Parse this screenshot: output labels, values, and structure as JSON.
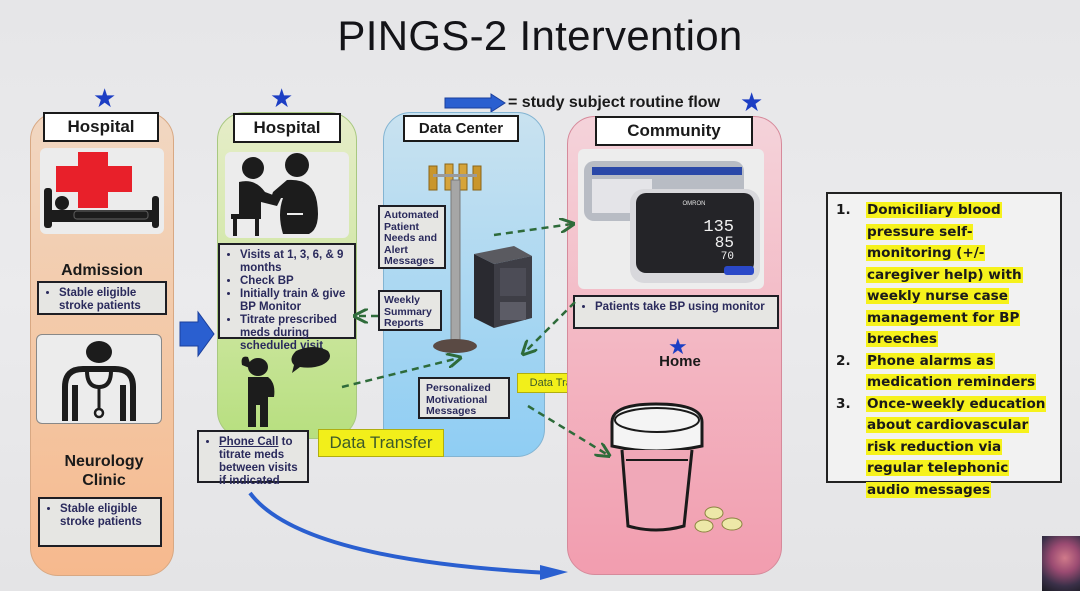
{
  "title": "PINGS-2 Intervention",
  "legend": {
    "text": "= study subject routine flow",
    "arrow_color": "#2a5fd0",
    "star_color": "#1c3ec4",
    "star_meaning": "study-subject-location"
  },
  "columns": {
    "hospital_intake": {
      "header": "Hospital",
      "admission": {
        "label": "Admission",
        "bullets": [
          "Stable eligible stroke patients"
        ]
      },
      "neurology": {
        "label": "Neurology Clinic",
        "bullets": [
          "Stable eligible stroke patients"
        ]
      },
      "icons": [
        "hospital-bed-red-cross-icon",
        "doctor-stethoscope-icon"
      ]
    },
    "hospital_visits": {
      "header": "Hospital",
      "bullets": [
        "Visits at 1, 3, 6, & 9 months",
        "Check BP",
        "Initially train & give BP Monitor",
        "Titrate prescribed meds during scheduled visit"
      ],
      "phone": {
        "link_text": "Phone Call",
        "rest_text": " to titrate meds between visits if indicated"
      },
      "icons": [
        "doctor-patient-exam-icon",
        "person-on-phone-icon"
      ]
    },
    "data_center": {
      "header": "Data Center",
      "boxes": {
        "automated": "Automated Patient Needs and Alert Messages",
        "weekly": "Weekly Summary Reports",
        "personalized": "Personalized Motivational Messages"
      },
      "icons": [
        "cell-tower-icon",
        "server-icon"
      ]
    },
    "community": {
      "header": "Community",
      "bp_note": "Patients take BP using monitor",
      "home_label": "Home",
      "bp_monitor": {
        "brand": "OMRON",
        "systolic": "135",
        "diastolic": "85",
        "pulse": "70"
      },
      "icons": [
        "bp-monitor-icon",
        "pill-bottle-icon"
      ]
    }
  },
  "data_transfer_labels": [
    "Data Transfer",
    "Data Transfer"
  ],
  "intervention_list": [
    {
      "num": "1.",
      "text": "Domiciliary blood pressure self-monitoring (+/-caregiver help) with weekly nurse case management for BP breeches"
    },
    {
      "num": "2.",
      "text": "Phone alarms as medication reminders"
    },
    {
      "num": "3.",
      "text": "Once-weekly education about cardiovascular risk reduction via regular telephonic audio messages"
    }
  ],
  "colors": {
    "hospital_intake_bg": "#f4c6a2",
    "hospital_visits_bg": "#cde6a0",
    "data_center_bg": "#a6d6f2",
    "community_bg": "#f3b7c3",
    "highlight": "#f6f21c",
    "dashed_arrow": "#2e6b3a"
  }
}
